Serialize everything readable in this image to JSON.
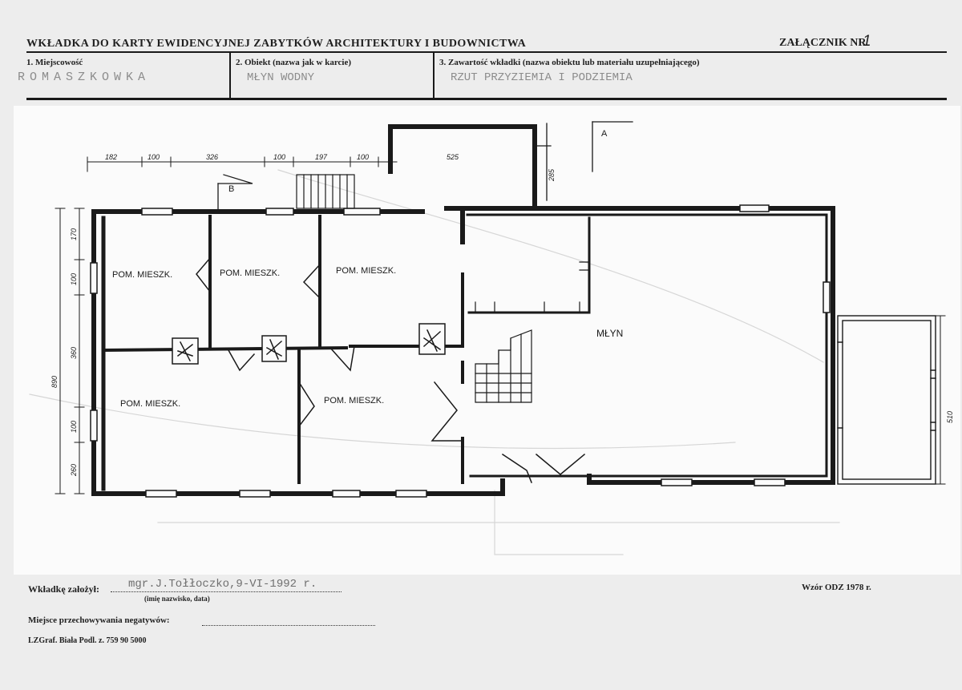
{
  "header": {
    "title": "WKŁADKA DO KARTY EWIDENCYJNEJ ZABYTKÓW ARCHITEKTURY I BUDOWNICTWA",
    "attachment_label": "ZAŁĄCZNIK NR",
    "attachment_number": "1",
    "fields": [
      {
        "label": "1. Miejscowość",
        "value": "ROMASZKOWKA"
      },
      {
        "label": "2. Obiekt (nazwa jak w karcie)",
        "value": "MŁYN WODNY"
      },
      {
        "label": "3. Zawartość wkładki (nazwa obiektu lub materiału uzupełniającego)",
        "value": "RZUT PRZYZIEMIA I PODZIEMIA"
      }
    ]
  },
  "plan": {
    "rooms": [
      "POM. MIESZK.",
      "POM. MIESZK.",
      "POM. MIESZK.",
      "POM. MIESZK.",
      "POM. MIESZK.",
      "MŁYN"
    ],
    "section_marks": [
      "A",
      "B"
    ],
    "dimensions_top": [
      "182",
      "100",
      "326",
      "100",
      "197",
      "100",
      "525"
    ],
    "dimension_right_top": "285",
    "dimensions_left": [
      "170",
      "100",
      "360",
      "100",
      "260"
    ],
    "dimension_left_total": "890",
    "dimension_right": "510"
  },
  "footer": {
    "creator_label": "Wkładkę założył:",
    "creator_value": "mgr.J.Tołłoczko,9-VI-1992 r.",
    "creator_hint": "(imię nazwisko, data)",
    "model": "Wzór ODZ 1978 r.",
    "storage_label": "Miejsce przechowywania negatywów:",
    "printer": "LZGraf. Biała Podl. z. 759 90 5000"
  }
}
